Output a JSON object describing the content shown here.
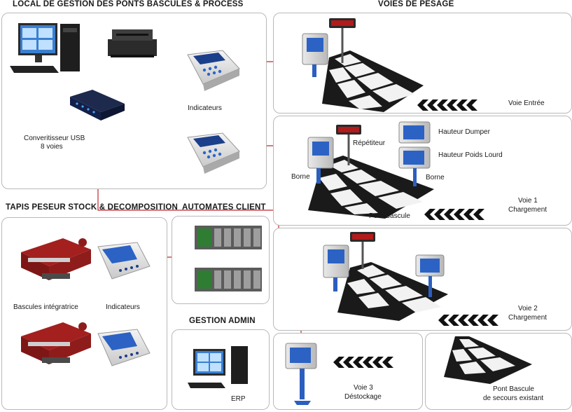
{
  "sections": {
    "local": "LOCAL DE GESTION DES PONTS BASCULES & PROCESS",
    "voies": "VOIES DE PESAGE",
    "tapis": "TAPIS PESEUR STOCK & DECOMPOSITION",
    "automates": "AUTOMATES CLIENT",
    "admin": "GESTION ADMIN"
  },
  "labels": {
    "indicateurs_local": "Indicateurs",
    "convertisseur_line1": "Converitisseur USB",
    "convertisseur_line2": "8 voies",
    "voie_entree": "Voie Entrée",
    "repetiteur": "Répétiteur",
    "hauteur_dumper": "Hauteur Dumper",
    "hauteur_poids_lourd": "Hauteur Poids Lourd",
    "borne_left": "Borne",
    "borne_right": "Borne",
    "pont_bascule": "Pont Bascule",
    "voie1_line1": "Voie 1",
    "voie1_line2": "Chargement",
    "voie2_line1": "Voie 2",
    "voie2_line2": "Chargement",
    "voie3_line1": "Voie 3",
    "voie3_line2": "Déstockage",
    "pont_secours_line1": "Pont Bascule",
    "pont_secours_line2": "de secours existant",
    "bascules_integratrice": "Bascules intégratrice",
    "indicateurs_tapis": "Indicateurs",
    "erp": "ERP"
  },
  "colors": {
    "wire": "#c0272d",
    "box_border": "#b9b9b9",
    "bascule_red": "#a3201f",
    "indicator_blue": "#1f4fa8",
    "screen_blue": "#2c62c4",
    "display_red": "#e0262a"
  },
  "icons": [
    "computer-icon",
    "printer-icon",
    "usb-converter-icon",
    "indicator-icon",
    "terminal-kiosk-icon",
    "repeater-display-icon",
    "weighbridge-icon",
    "chevron-arrows-icon",
    "belt-scale-icon",
    "plc-icon"
  ]
}
